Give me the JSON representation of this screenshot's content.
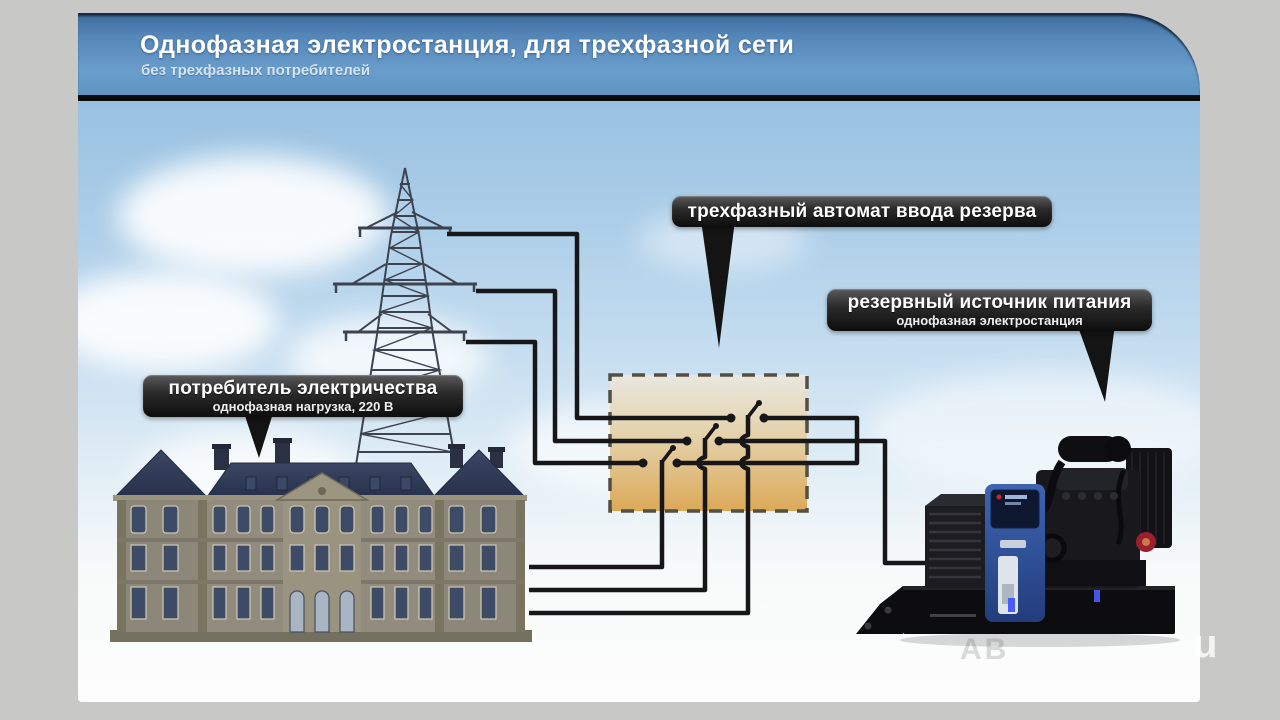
{
  "slide": {
    "title": "Однофазная электростанция, для трехфазной сети",
    "subtitle": "без трехфазных потребителей"
  },
  "callouts": {
    "consumer": {
      "title": "потребитель электричества",
      "subtitle": "однофазная нагрузка, 220 В"
    },
    "transfer_switch": {
      "title": "трехфазный автомат ввода резерва"
    },
    "reserve": {
      "title": "резервный источник питания",
      "subtitle": "однофазная электростанция"
    }
  },
  "watermark": {
    "fragment_left": "АВ",
    "fragment_right": "u"
  },
  "diagram": {
    "nodes": [
      {
        "id": "power-grid-tower",
        "description": "three-phase overhead power line tower"
      },
      {
        "id": "consumer-building",
        "description": "electricity consumer, single-phase load 220 V"
      },
      {
        "id": "transfer-switch-box",
        "description": "three-phase automatic transfer switch, three poles, dashed enclosure"
      },
      {
        "id": "standby-generator",
        "description": "reserve power source, single-phase generating set"
      }
    ],
    "connections": [
      {
        "from": "power-grid-tower",
        "to": "transfer-switch-box",
        "wires": 3
      },
      {
        "from": "transfer-switch-box",
        "to": "consumer-building",
        "wires": 3
      },
      {
        "from": "standby-generator",
        "to": "transfer-switch-box",
        "wires": 1
      }
    ]
  },
  "colors": {
    "header_blue": "#5486b8",
    "page_bg": "#fdfdfd",
    "frame_gray": "#c8c8c6",
    "sky_blue": "#aecfe9",
    "callout_dark": "#1a1a1a",
    "wire_black": "#17171a",
    "switch_box_tan": "#dfae62",
    "generator_blue": "#33549f"
  }
}
